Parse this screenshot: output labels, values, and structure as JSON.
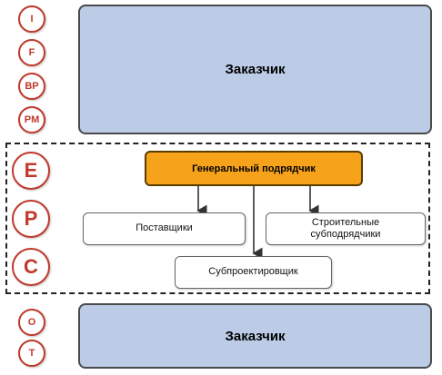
{
  "phases_top": [
    "I",
    "F",
    "BP",
    "PM"
  ],
  "phases_mid": [
    "E",
    "P",
    "C"
  ],
  "phases_bottom": [
    "O",
    "T"
  ],
  "top_panel": {
    "label": "Заказчик"
  },
  "bottom_panel": {
    "label": "Заказчик"
  },
  "epc": {
    "general_contractor": "Генеральный подрядчик",
    "suppliers": "Поставщики",
    "construction_subcontractors": "Строительные субподрядчики",
    "subdesigner": "Субпроектировщик"
  },
  "colors": {
    "panel_fill": "#bccbe6",
    "general_contractor_fill": "#f7a21b",
    "circle_accent": "#c0392b"
  }
}
